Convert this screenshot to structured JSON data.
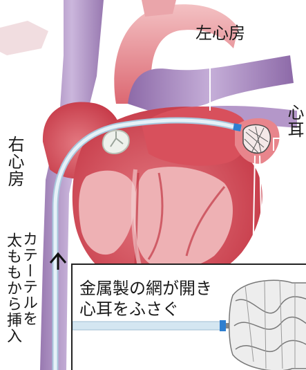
{
  "labels": {
    "left_atrium": "左心房",
    "right_atrium": "右心房",
    "appendage": "心耳",
    "catheter_line1": "カテーテルを",
    "catheter_line2": "太ももから挿入"
  },
  "inset": {
    "caption_line1": "金属製の網が開き",
    "caption_line2": "心耳をふさぐ"
  },
  "colors": {
    "heart_outer": "#dc5a66",
    "heart_inner": "#c23845",
    "heart_light": "#f6c2c4",
    "vessel_purple": "#a07cb6",
    "vessel_light": "#d6c2e4",
    "catheter": "#d4e6f1",
    "catheter_tip": "#2f7fd0",
    "leader_line": "#ffffff"
  },
  "icons": {
    "arrow": "up-arrow-icon",
    "occluder": "mesh-occluder-icon"
  }
}
